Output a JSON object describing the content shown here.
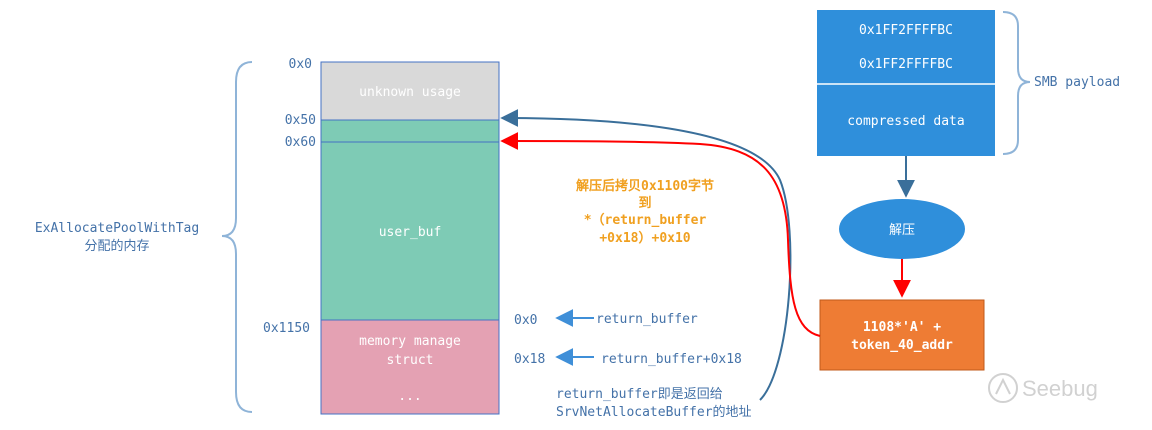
{
  "memory": {
    "offsets": {
      "o0": "0x0",
      "o50": "0x50",
      "o60": "0x60",
      "o1150": "0x1150"
    },
    "unknown_usage": "unknown usage",
    "user_buf": "user_buf",
    "mm_line1": "memory manage",
    "mm_line2": "struct",
    "mm_dots": "..."
  },
  "left_label": {
    "line1": "ExAllocatePoolWithTag",
    "line2": "分配的内存"
  },
  "return_buffer": {
    "off0": "0x0",
    "off18": "0x18",
    "label0": "return_buffer",
    "label18": "return_buffer+0x18",
    "note_line1": "return_buffer即是返回给",
    "note_line2": "SrvNetAllocateBuffer的地址"
  },
  "copy_note": {
    "line1": "解压后拷贝0x1100字节",
    "line2": "到",
    "line3": "*（return_buffer",
    "line4": "+0x18）+0x10"
  },
  "smb": {
    "header1": "0x1FF2FFFFBC",
    "header2": "0x1FF2FFFFBC",
    "body": "compressed data",
    "label": "SMB payload"
  },
  "decompress": "解压",
  "result": {
    "line1": "1108*'A' +",
    "line2": "token_40_addr"
  },
  "watermark": "Seebug",
  "colors": {
    "unknown": "#d9d9d9",
    "user_buf": "#7ecbb5",
    "mm_struct": "#e4a1b3",
    "smb_box": "#2f8fdb",
    "ellipse": "#2f8fdb",
    "result_box": "#ee7c34",
    "blue_arrow": "#3a6f9a",
    "red_arrow": "#ff0000",
    "text_blue": "#4472a8",
    "orange_text": "#f0a020"
  }
}
